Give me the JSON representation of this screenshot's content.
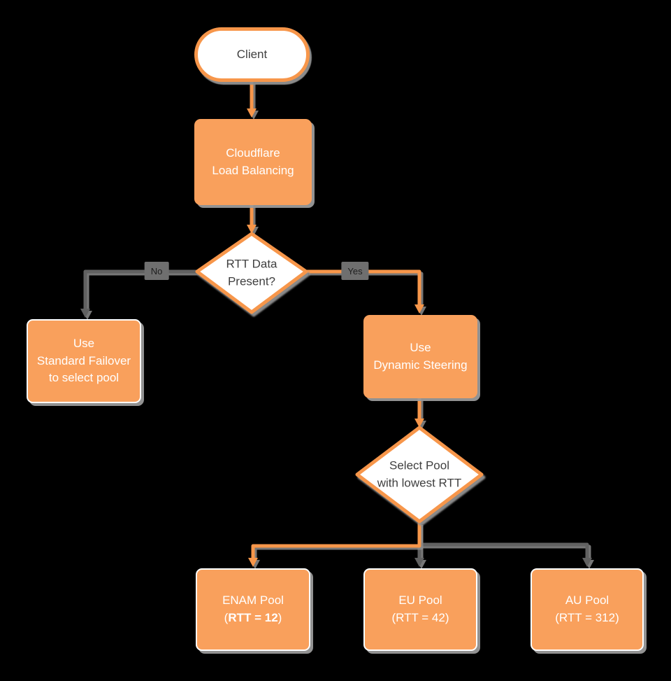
{
  "colors": {
    "background": "#000000",
    "node-orange": "#F9A05C",
    "edge-orange": "#F7964A",
    "line-gray": "#616161",
    "label-bg": "#6F6F6F",
    "label-text": "#1E1E1E",
    "node-text-light": "#FFFFFF",
    "node-text-dark": "#3F3F3F",
    "shadow-gray": "#9A9A9A"
  },
  "nodes": {
    "client": {
      "label": "Client"
    },
    "load_balancer": {
      "line1": "Cloudflare",
      "line2": "Load Balancing"
    },
    "rtt_decision": {
      "line1": "RTT Data",
      "line2": "Present?"
    },
    "standard_failover": {
      "line1": "Use",
      "line2": "Standard Failover",
      "line3": "to select pool"
    },
    "dynamic_steering": {
      "line1": "Use",
      "line2": "Dynamic Steering"
    },
    "pool_decision": {
      "line1": "Select Pool",
      "line2": "with lowest RTT"
    },
    "enam_pool": {
      "line1": "ENAM Pool",
      "paren_open": "(",
      "rtt_bold": "RTT = 12",
      "paren_close": ")"
    },
    "eu_pool": {
      "line1": "EU Pool",
      "line2": "(RTT = 42)"
    },
    "au_pool": {
      "line1": "AU Pool",
      "line2": "(RTT = 312)"
    }
  },
  "edge_labels": {
    "no": "No",
    "yes": "Yes"
  }
}
